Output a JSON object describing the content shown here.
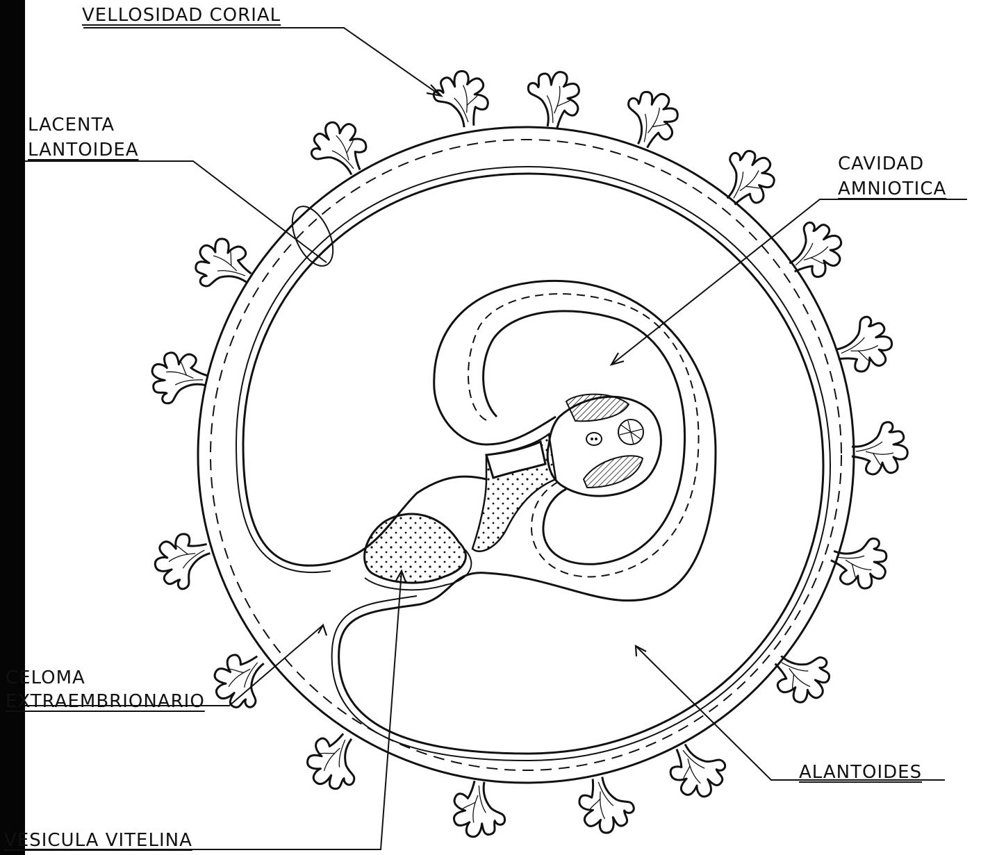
{
  "labels": {
    "vellosidad": "VELLOSIDAD CORIAL",
    "placenta_1": "LACENTA",
    "placenta_2": "LANTOIDEA",
    "cavidad_1": "CAVIDAD",
    "cavidad_2": "AMNIOTICA",
    "celoma_1": "CELOMA",
    "celoma_2": "EXTRAEMBRIONARIO",
    "alantoides": "ALANTOIDES",
    "vesicula": "VESICULA  VITELINA"
  },
  "colors": {
    "ink": "#111111",
    "paper": "#ffffff",
    "scan_edge": "#050505"
  }
}
